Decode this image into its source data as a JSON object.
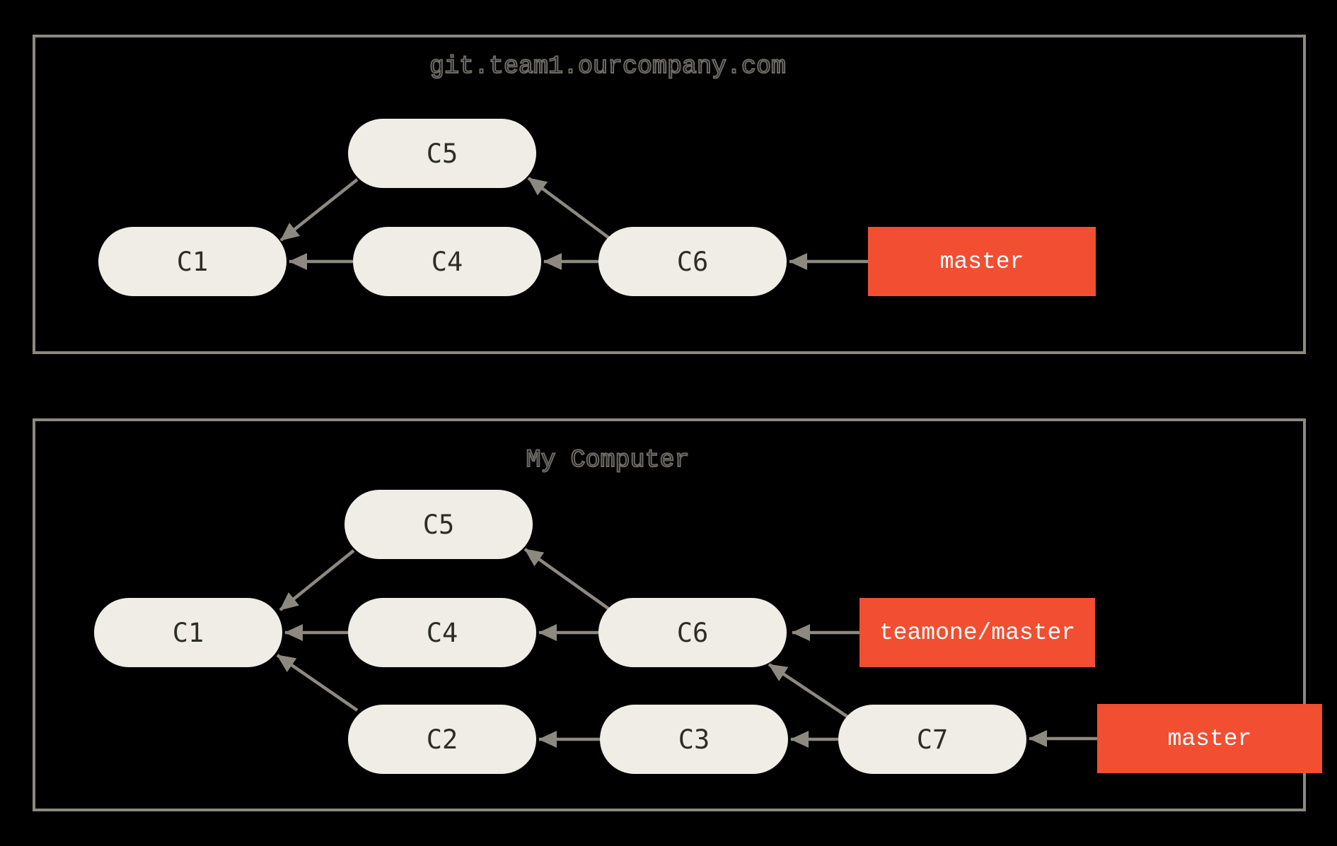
{
  "colors": {
    "background": "#000000",
    "box_border": "#8E8980",
    "node_fill": "#EFEDE5",
    "node_text": "#2D2D28",
    "arrow": "#8E8980",
    "branch_fill": "#F14E32",
    "branch_text": "#FFFFFF",
    "title_outline": "#6F6B66"
  },
  "repos": [
    {
      "title": "git.team1.ourcompany.com",
      "nodes": [
        {
          "id": "C5",
          "label": "C5"
        },
        {
          "id": "C1",
          "label": "C1"
        },
        {
          "id": "C4",
          "label": "C4"
        },
        {
          "id": "C6",
          "label": "C6"
        }
      ],
      "branches": [
        {
          "name": "master",
          "label": "master"
        }
      ],
      "edges": [
        {
          "from": "C4",
          "to": "C1"
        },
        {
          "from": "C5",
          "to": "C1"
        },
        {
          "from": "C6",
          "to": "C4"
        },
        {
          "from": "C6",
          "to": "C5"
        },
        {
          "from": "master",
          "to": "C6"
        }
      ]
    },
    {
      "title": "My Computer",
      "nodes": [
        {
          "id": "C5",
          "label": "C5"
        },
        {
          "id": "C1",
          "label": "C1"
        },
        {
          "id": "C4",
          "label": "C4"
        },
        {
          "id": "C6",
          "label": "C6"
        },
        {
          "id": "C2",
          "label": "C2"
        },
        {
          "id": "C3",
          "label": "C3"
        },
        {
          "id": "C7",
          "label": "C7"
        }
      ],
      "branches": [
        {
          "name": "teamone/master",
          "label": "teamone/master"
        },
        {
          "name": "master",
          "label": "master"
        }
      ],
      "edges": [
        {
          "from": "C4",
          "to": "C1"
        },
        {
          "from": "C5",
          "to": "C1"
        },
        {
          "from": "C2",
          "to": "C1"
        },
        {
          "from": "C6",
          "to": "C4"
        },
        {
          "from": "C6",
          "to": "C5"
        },
        {
          "from": "C3",
          "to": "C2"
        },
        {
          "from": "C7",
          "to": "C3"
        },
        {
          "from": "C7",
          "to": "C6"
        },
        {
          "from": "teamone/master",
          "to": "C6"
        },
        {
          "from": "master",
          "to": "C7"
        }
      ]
    }
  ]
}
